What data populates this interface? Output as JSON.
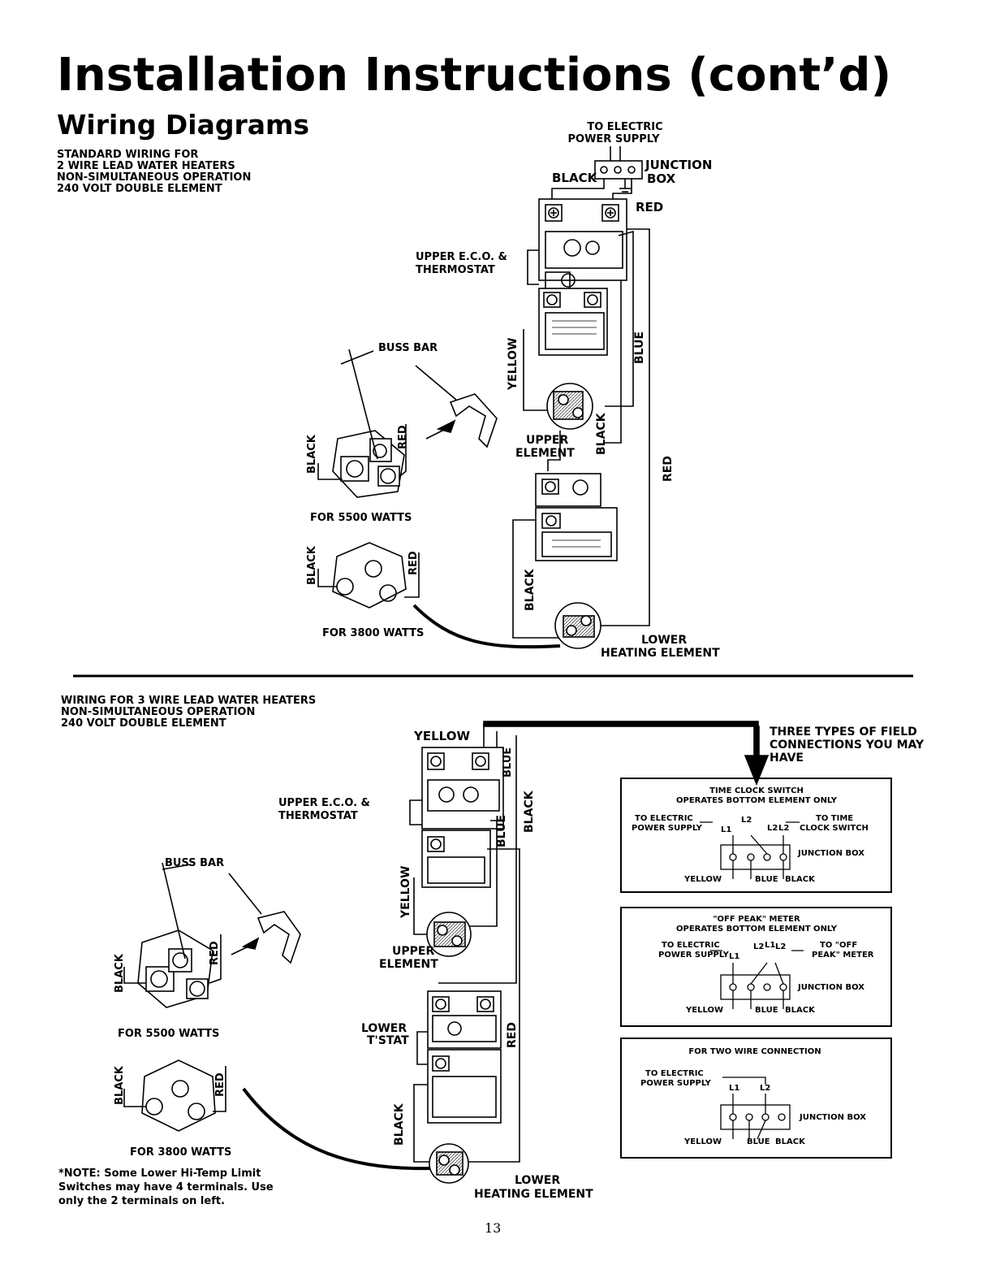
{
  "page": {
    "title": "Installation Instructions (cont’d)",
    "section": "Wiring Diagrams",
    "page_number": "13",
    "footnote": [
      "*NOTE: Some Lower Hi-Temp Limit",
      "Switches may have 4 terminals. Use",
      "only the 2 terminals on left."
    ]
  },
  "diagram1": {
    "caption": [
      "STANDARD WIRING FOR",
      "2 WIRE LEAD WATER HEATERS",
      "NON-SIMULTANEOUS OPERATION",
      "240 VOLT DOUBLE ELEMENT"
    ],
    "power_supply": [
      "TO ELECTRIC",
      "POWER SUPPLY"
    ],
    "junction_box": [
      "JUNCTION",
      "BOX"
    ],
    "wire_black": "BLACK",
    "wire_red": "RED",
    "wire_yellow": "YELLOW",
    "wire_blue": "BLUE",
    "wire_black_upper": "BLACK",
    "wire_red_vertical": "RED",
    "wire_black_lower": "BLACK",
    "upper_eco": [
      "UPPER E.C.O. &",
      "THERMOSTAT"
    ],
    "buss_bar": "BUSS BAR",
    "upper_element": [
      "UPPER",
      "ELEMENT"
    ],
    "lower_element": [
      "LOWER",
      "HEATING ELEMENT"
    ],
    "watts_5500": "FOR 5500 WATTS",
    "watts_3800": "FOR 3800 WATTS",
    "detail_black": "BLACK",
    "detail_red": "RED"
  },
  "diagram2": {
    "caption": [
      "WIRING FOR 3 WIRE LEAD WATER HEATERS",
      "NON-SIMULTANEOUS OPERATION",
      "240 VOLT DOUBLE ELEMENT"
    ],
    "wire_yellow_top": "YELLOW",
    "wire_blue_top": "BLUE",
    "wire_black": "BLACK",
    "wire_blue_mid": "BLUE",
    "wire_yellow": "YELLOW",
    "wire_red": "RED",
    "wire_black_lower": "BLACK",
    "upper_eco": [
      "UPPER E.C.O. &",
      "THERMOSTAT"
    ],
    "buss_bar": "BUSS BAR",
    "upper_element": [
      "UPPER",
      "ELEMENT"
    ],
    "lower_tstat": [
      "LOWER",
      "T'STAT"
    ],
    "lower_element": [
      "LOWER",
      "HEATING ELEMENT"
    ],
    "watts_5500": "FOR 5500 WATTS",
    "watts_3800": "FOR 3800 WATTS",
    "detail_black": "BLACK",
    "detail_red": "RED",
    "field_connections": [
      "THREE TYPES OF FIELD",
      "CONNECTIONS YOU MAY",
      "HAVE"
    ]
  },
  "boxes": [
    {
      "title": [
        "TIME CLOCK SWITCH",
        "OPERATES BOTTOM ELEMENT ONLY"
      ],
      "left_label": [
        "TO ELECTRIC",
        "POWER SUPPLY"
      ],
      "right_label": [
        "TO TIME",
        "CLOCK SWITCH"
      ],
      "terminals": [
        "L1",
        "L2",
        "L2",
        "L2"
      ],
      "junction": "JUNCTION BOX",
      "wires": [
        "YELLOW",
        "BLUE",
        "BLACK"
      ]
    },
    {
      "title": [
        "\"OFF PEAK\" METER",
        "OPERATES BOTTOM ELEMENT ONLY"
      ],
      "left_label": [
        "TO ELECTRIC",
        "POWER SUPPLY"
      ],
      "right_label": [
        "TO \"OFF",
        "PEAK\" METER"
      ],
      "terminals": [
        "L1",
        "L2",
        "L1",
        "L2"
      ],
      "junction": "JUNCTION BOX",
      "wires": [
        "YELLOW",
        "BLUE",
        "BLACK"
      ]
    },
    {
      "title": [
        "FOR TWO WIRE CONNECTION"
      ],
      "left_label": [
        "TO ELECTRIC",
        "POWER SUPPLY"
      ],
      "terminals": [
        "L1",
        "L2"
      ],
      "junction": "JUNCTION BOX",
      "wires": [
        "YELLOW",
        "BLUE",
        "BLACK"
      ]
    }
  ]
}
